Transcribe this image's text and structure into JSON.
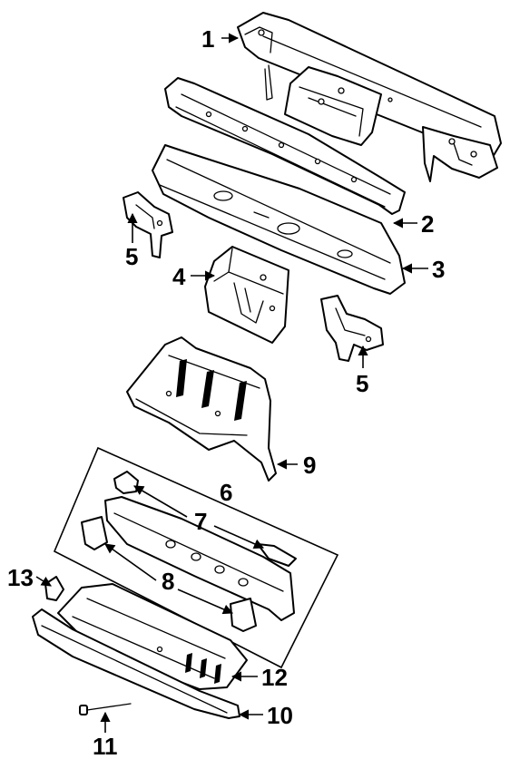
{
  "callouts": {
    "c1": "1",
    "c2": "2",
    "c3": "3",
    "c4": "4",
    "c5a": "5",
    "c5b": "5",
    "c6": "6",
    "c7": "7",
    "c8": "8",
    "c9": "9",
    "c10": "10",
    "c11": "11",
    "c12": "12",
    "c13": "13"
  }
}
